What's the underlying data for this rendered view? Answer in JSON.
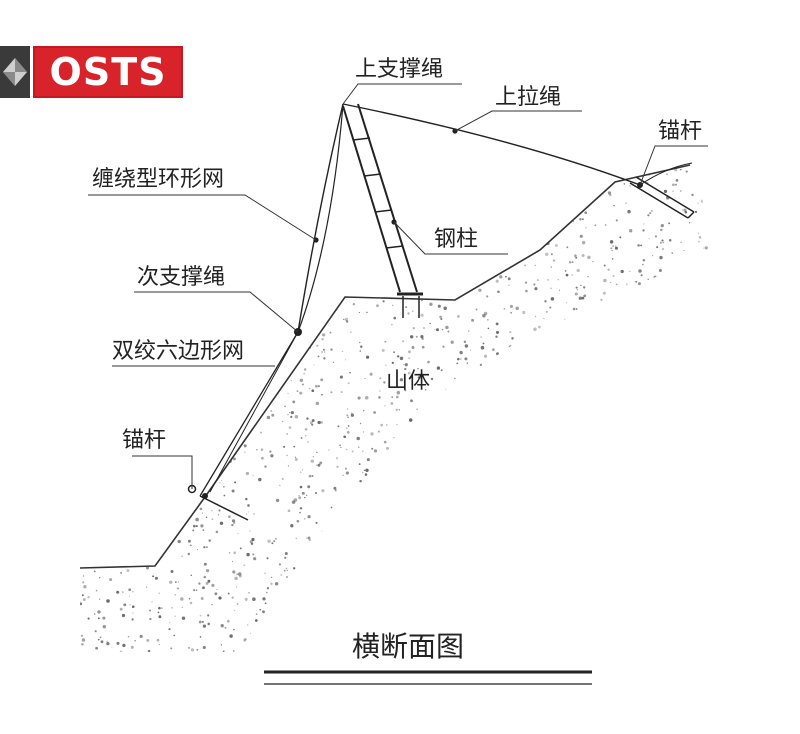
{
  "logo": {
    "text": "OSTS"
  },
  "labels": {
    "upper_support_rope": "上支撑绳",
    "upper_pull_rope": "上拉绳",
    "anchor_top": "锚杆",
    "wound_ring_net": "缠绕型环形网",
    "steel_column": "钢柱",
    "secondary_support_rope": "次支撑绳",
    "double_twist_hex_net": "双绞六边形网",
    "mountain_body": "山体",
    "anchor_bottom": "锚杆"
  },
  "caption": "横断面图",
  "colors": {
    "line": "#222222",
    "logo_red": "#d8232a",
    "logo_dark": "#3a3a3a",
    "speckle": "#555555"
  }
}
